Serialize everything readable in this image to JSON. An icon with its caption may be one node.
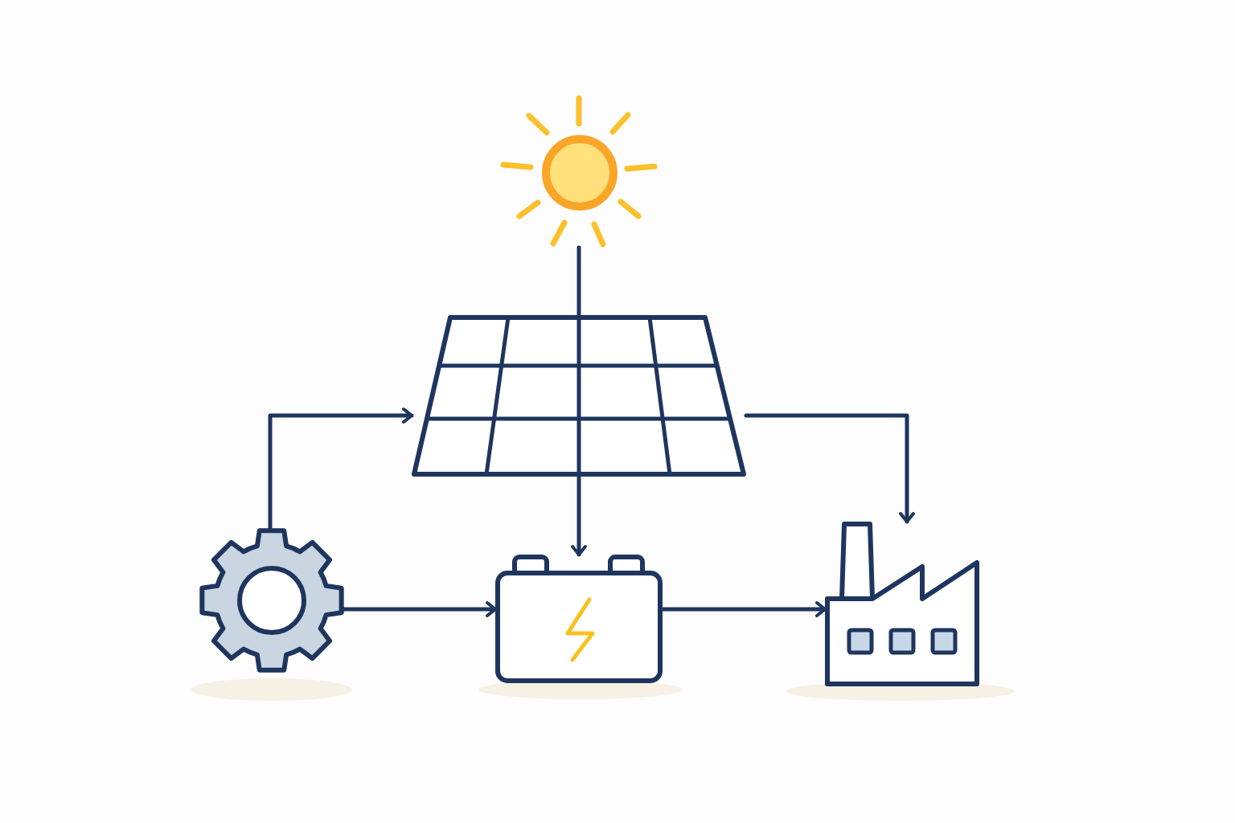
{
  "diagram": {
    "nodes": [
      {
        "text": [],
        "shape": "picture"
      },
      {
        "text": [],
        "shape": "picture"
      },
      {
        "text": [],
        "shape": "picture"
      },
      {
        "text": [],
        "shape": "picture"
      },
      {
        "text": [],
        "shape": "picture"
      }
    ],
    "edges": [
      {
        "from": 0,
        "to": 1,
        "arrow": "none"
      },
      {
        "from": 2,
        "to": 1,
        "arrow": "to"
      },
      {
        "from": 1,
        "to": 3,
        "arrow": "to"
      },
      {
        "from": 1,
        "to": 4,
        "arrow": "to"
      },
      {
        "from": 2,
        "to": 3,
        "arrow": "to"
      },
      {
        "from": 3,
        "to": 4,
        "arrow": "to"
      }
    ]
  }
}
